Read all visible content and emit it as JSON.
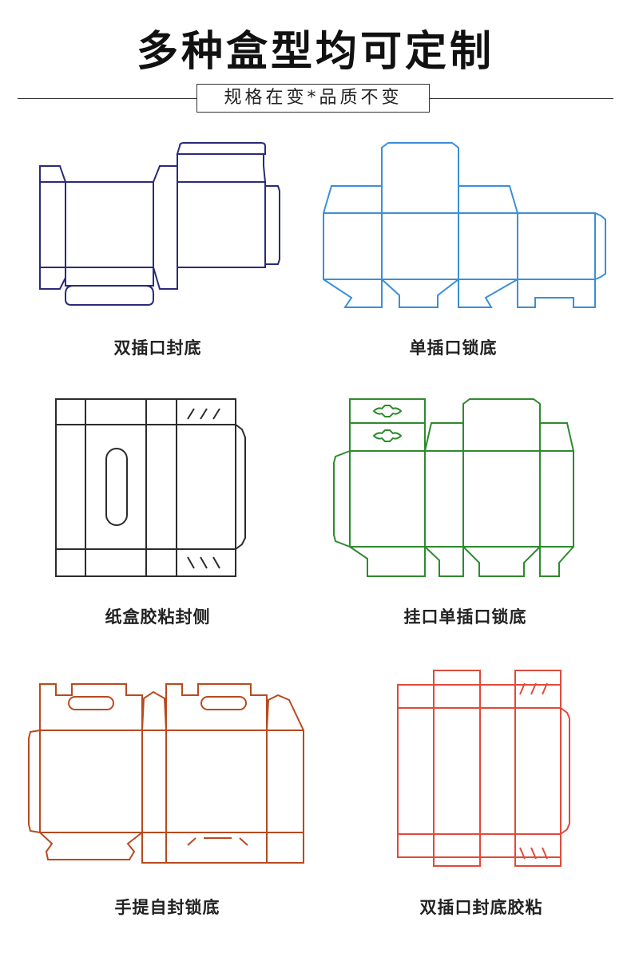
{
  "header": {
    "title": "多种盒型均可定制",
    "subtitle": "规格在变*品质不变"
  },
  "diagrams": [
    {
      "caption": "双插口封底",
      "color": "#2a2a7a"
    },
    {
      "caption": "单插口锁底",
      "color": "#3a8fd8"
    },
    {
      "caption": "纸盒胶粘封侧",
      "color": "#2b2b2b"
    },
    {
      "caption": "挂口单插口锁底",
      "color": "#2e8a2e"
    },
    {
      "caption": "手提自封锁底",
      "color": "#b84a1e"
    },
    {
      "caption": "双插口封底胶粘",
      "color": "#e04a3a"
    }
  ]
}
